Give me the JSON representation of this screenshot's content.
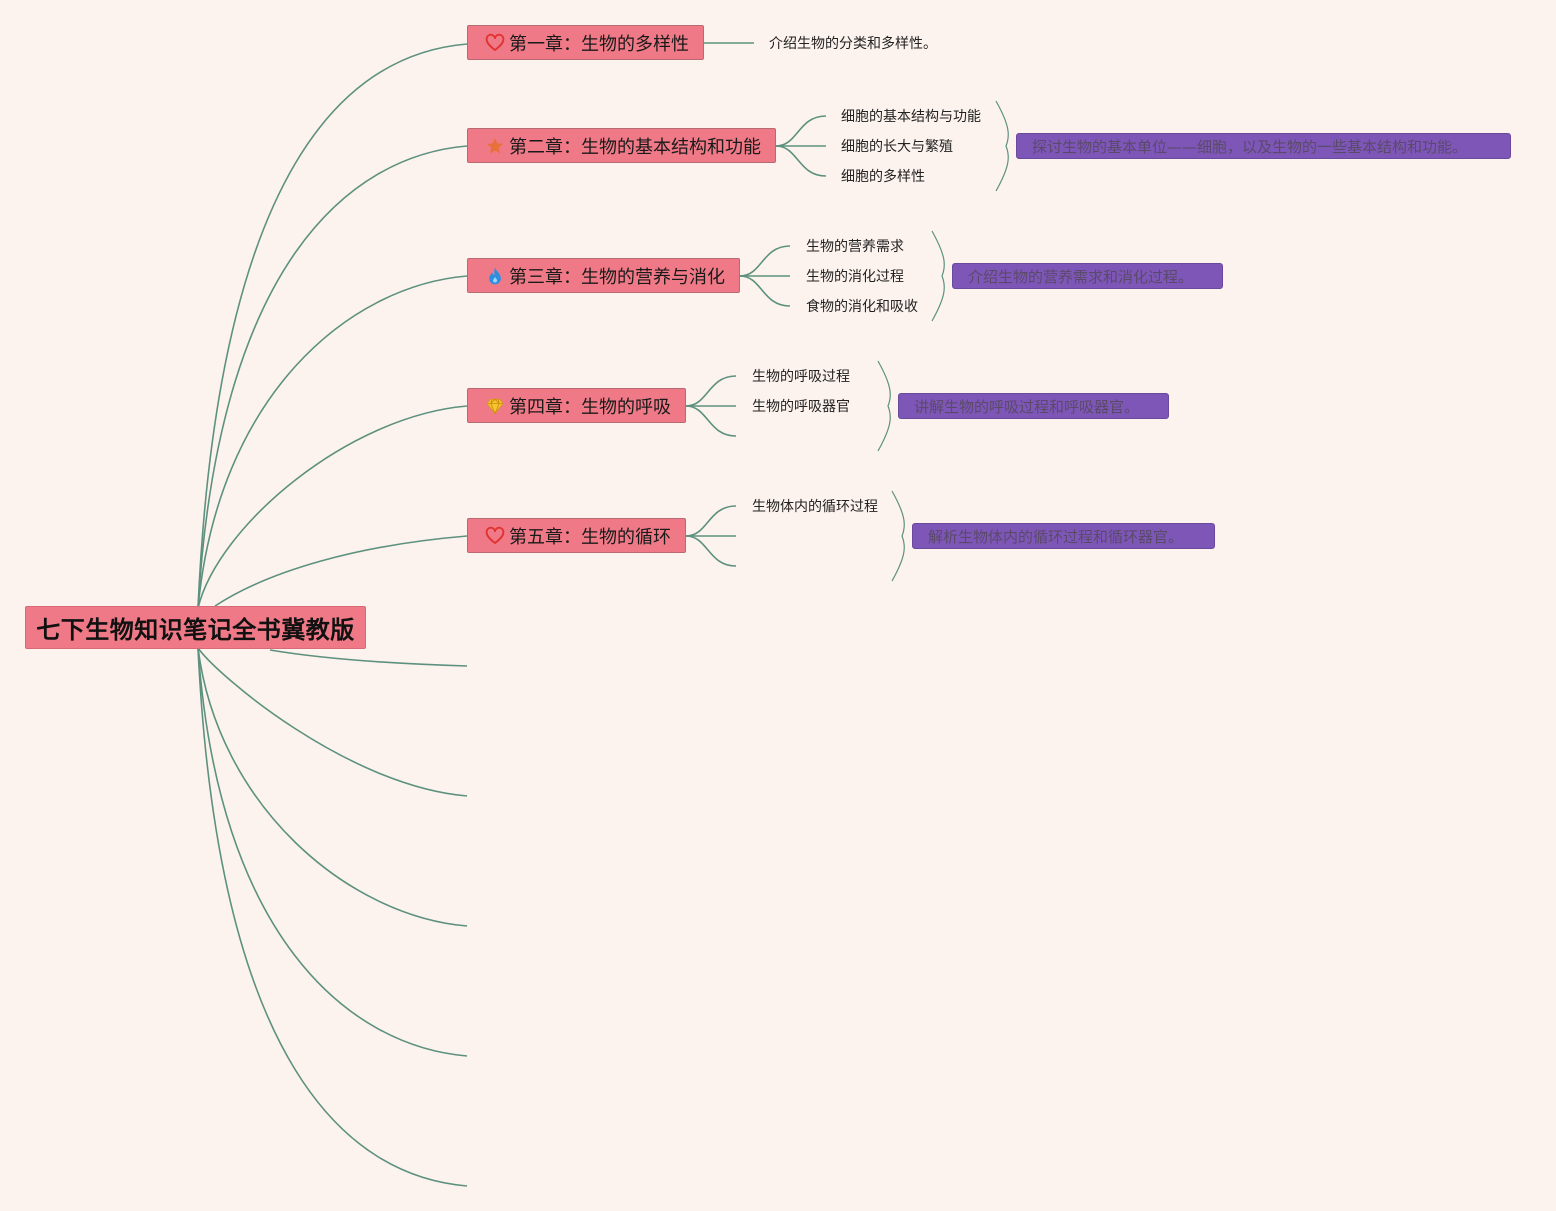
{
  "colors": {
    "background": "#fdf3ee",
    "node_fill": "#f07987",
    "connector": "#5d917f",
    "summary_fill": "#7e56b8",
    "summary_text": "#5a4a6a"
  },
  "root": {
    "title": "七下生物知识笔记全书冀教版"
  },
  "chapters": [
    {
      "title": "第一章：生物的多样性",
      "icon": "heart-icon",
      "summary": "介绍生物的分类和多样性。",
      "subtopics": []
    },
    {
      "title": "第二章：生物的基本结构和功能",
      "icon": "star-icon",
      "summary": "探讨生物的基本单位——细胞，以及生物的一些基本结构和功能。",
      "subtopics": [
        "细胞的基本结构与功能",
        "细胞的长大与繁殖",
        "细胞的多样性"
      ]
    },
    {
      "title": "第三章：生物的营养与消化",
      "icon": "flame-icon",
      "summary": "介绍生物的营养需求和消化过程。",
      "subtopics": [
        "生物的营养需求",
        "生物的消化过程",
        "食物的消化和吸收"
      ]
    },
    {
      "title": "第四章：生物的呼吸",
      "icon": "gem-icon",
      "summary": "讲解生物的呼吸过程和呼吸器官。",
      "subtopics": [
        "生物的呼吸过程",
        "生物的呼吸器官",
        ""
      ]
    },
    {
      "title": "第五章：生物的循环",
      "icon": "heart-icon",
      "summary": "解析生物体内的循环过程和循环器官。",
      "subtopics": [
        "生物体内的循环过程",
        "",
        ""
      ]
    }
  ]
}
